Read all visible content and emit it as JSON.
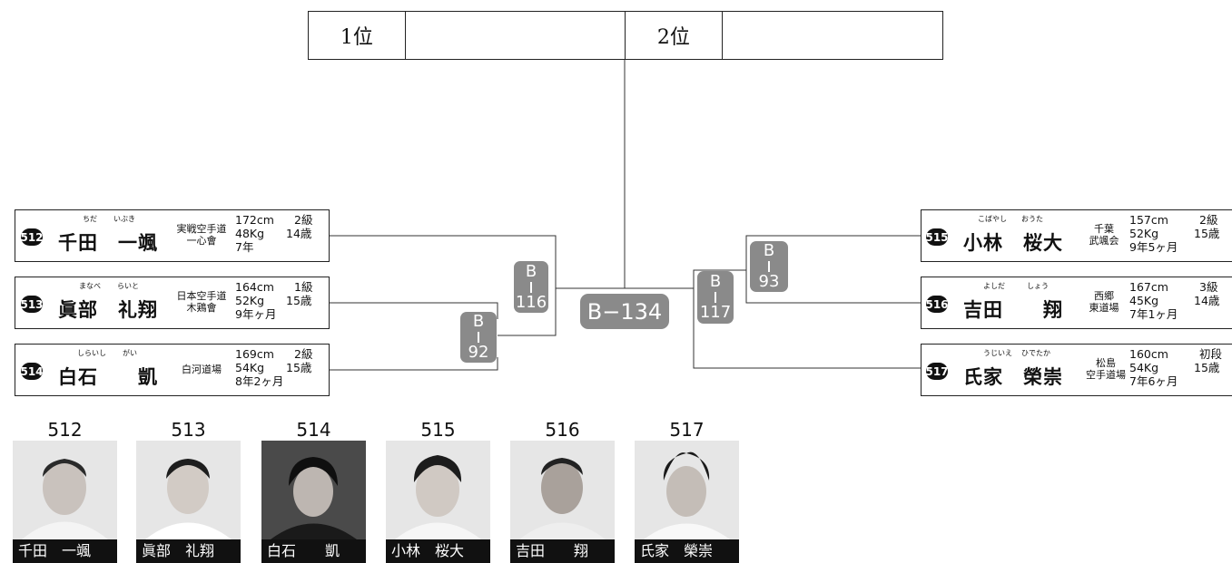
{
  "results": {
    "first_label": "1位",
    "first_value": "",
    "second_label": "2位",
    "second_value": ""
  },
  "matches": {
    "final": "B−134",
    "left_semi": {
      "code_top": "B",
      "code_bottom": "116"
    },
    "left_first": {
      "code_top": "B",
      "code_bottom": "92"
    },
    "right_semi": {
      "code_top": "B",
      "code_bottom": "117"
    },
    "right_first": {
      "code_top": "B",
      "code_bottom": "93"
    }
  },
  "players": [
    {
      "num": "512",
      "furi_family": "ちだ",
      "furi_given": "いぶき",
      "name": "千田　一颯",
      "dojo": "実戦空手道\n一心會",
      "height": "172cm",
      "rank": "2級",
      "weight": "48Kg",
      "age": "14歳",
      "experience": "7年",
      "caption": "千田　一颯"
    },
    {
      "num": "513",
      "furi_family": "まなべ",
      "furi_given": "らいと",
      "name": "眞部　礼翔",
      "dojo": "日本空手道\n木鶏會",
      "height": "164cm",
      "rank": "1級",
      "weight": "52Kg",
      "age": "15歳",
      "experience": "9年ヶ月",
      "caption": "眞部　礼翔"
    },
    {
      "num": "514",
      "furi_family": "しらいし",
      "furi_given": "がい",
      "name": "白石　　凱",
      "dojo": "白河道場",
      "height": "169cm",
      "rank": "2級",
      "weight": "54Kg",
      "age": "15歳",
      "experience": "8年2ヶ月",
      "caption": "白石　　凱"
    },
    {
      "num": "515",
      "furi_family": "こばやし",
      "furi_given": "おうた",
      "name": "小林　桜大",
      "dojo": "千葉\n武颯会",
      "height": "157cm",
      "rank": "2級",
      "weight": "52Kg",
      "age": "15歳",
      "experience": "9年5ヶ月",
      "caption": "小林　桜大"
    },
    {
      "num": "516",
      "furi_family": "よしだ",
      "furi_given": "しょう",
      "name": "吉田　　翔",
      "dojo": "西郷\n東道場",
      "height": "167cm",
      "rank": "3級",
      "weight": "45Kg",
      "age": "14歳",
      "experience": "7年1ヶ月",
      "caption": "吉田　　翔"
    },
    {
      "num": "517",
      "furi_family": "うじいえ",
      "furi_given": "ひでたか",
      "name": "氏家　榮崇",
      "dojo": "松島\n空手道場",
      "height": "160cm",
      "rank": "初段",
      "weight": "54Kg",
      "age": "15歳",
      "experience": "7年6ヶ月",
      "caption": "氏家　榮崇"
    }
  ],
  "colors": {
    "badge": "#8a8a8a",
    "line": "#333333",
    "caption_bg": "#111111"
  }
}
